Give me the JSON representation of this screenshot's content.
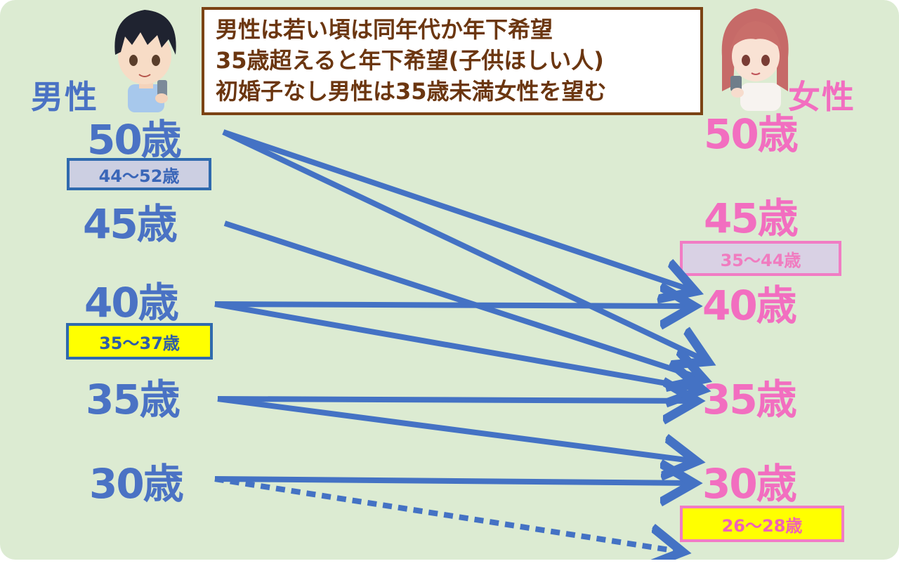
{
  "labels": {
    "male": "男性",
    "female": "女性"
  },
  "note_lines": [
    "男性は若い頃は同年代か年下希望",
    "35歳超えると年下希望(子供ほしい人)",
    "初婚子なし男性は35歳未満女性を望む"
  ],
  "male_ages": [
    "50歳",
    "45歳",
    "40歳",
    "35歳",
    "30歳"
  ],
  "female_ages": [
    "50歳",
    "45歳",
    "40歳",
    "35歳",
    "30歳"
  ],
  "male_ranges": {
    "age50": "44～52歳",
    "age40": "35～37歳"
  },
  "female_ranges": {
    "age45": "35～44歳",
    "age30": "26～28歳"
  },
  "colors": {
    "male": "#4a72c4",
    "female": "#f26ec0",
    "arrow": "#4472c4",
    "background": "#dcebd2",
    "note_border": "#7b4314"
  },
  "icons": {
    "male_avatar": "boy-with-phone-avatar",
    "female_avatar": "girl-with-phone-avatar"
  },
  "connections": [
    {
      "from": "50歳",
      "to": "40歳",
      "style": "solid"
    },
    {
      "from": "50歳",
      "to": "35歳",
      "style": "solid"
    },
    {
      "from": "45歳",
      "to": "35歳",
      "style": "solid"
    },
    {
      "from": "40歳",
      "to": "40歳",
      "style": "solid"
    },
    {
      "from": "40歳",
      "to": "35歳",
      "style": "solid"
    },
    {
      "from": "35歳",
      "to": "35歳",
      "style": "solid"
    },
    {
      "from": "35歳",
      "to": "30歳",
      "style": "solid"
    },
    {
      "from": "30歳",
      "to": "30歳",
      "style": "solid"
    },
    {
      "from": "30歳",
      "to": "",
      "style": "dotted"
    }
  ]
}
